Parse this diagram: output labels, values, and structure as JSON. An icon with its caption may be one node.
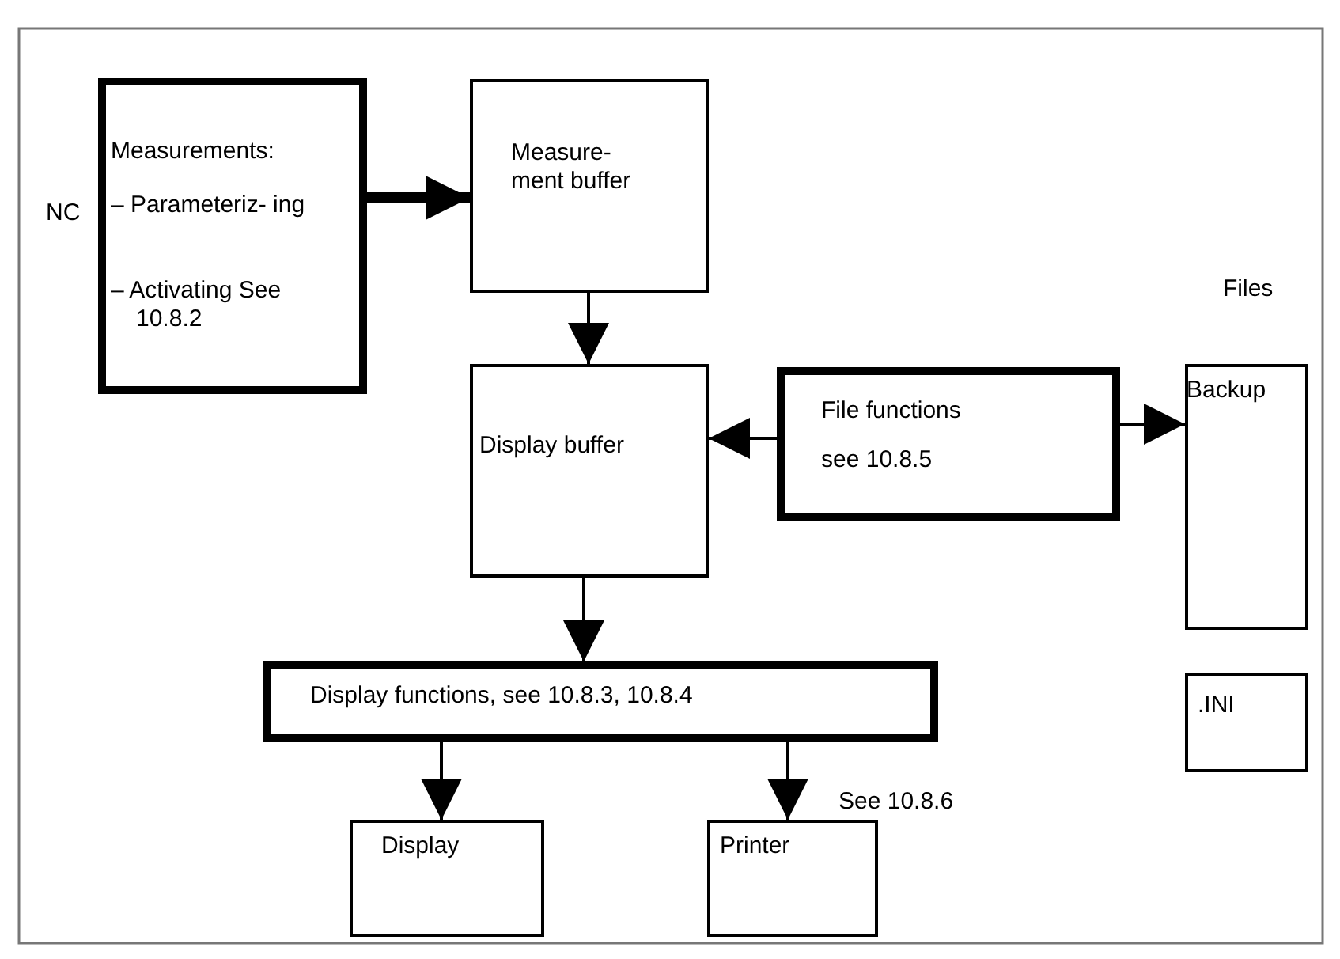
{
  "diagram": {
    "nodes": [
      {
        "text": [
          "Measurements:",
          "– Parameteriz- ing",
          "– Activating See 10.8.2"
        ],
        "beside": [
          "NC"
        ]
      },
      {
        "text": [
          "Measure- ment buffer"
        ]
      },
      {
        "text": [
          "Display buffer"
        ]
      },
      {
        "text": [
          "File functions",
          "see 10.8.5"
        ]
      },
      {
        "text": [
          "Backup"
        ]
      },
      {
        "text": [
          ".INI"
        ]
      },
      {
        "text": [
          "Display functions, see 10.8.3, 10.8.4"
        ]
      },
      {
        "text": [
          "Display"
        ]
      },
      {
        "text": [
          "Printer"
        ],
        "beside": [
          "See 10.8.6"
        ]
      }
    ],
    "edges": [
      {
        "from": 0,
        "to": 1,
        "arrow": "to",
        "style": "thick"
      },
      {
        "from": 1,
        "to": 2,
        "arrow": "to"
      },
      {
        "from": 3,
        "to": 2,
        "arrow": "to"
      },
      {
        "from": 3,
        "to": 4,
        "arrow": "to"
      },
      {
        "from": 2,
        "to": 6,
        "arrow": "to"
      },
      {
        "from": 6,
        "to": 7,
        "arrow": "to"
      },
      {
        "from": 6,
        "to": 8,
        "arrow": "to"
      }
    ],
    "labels": [
      "Files"
    ]
  }
}
